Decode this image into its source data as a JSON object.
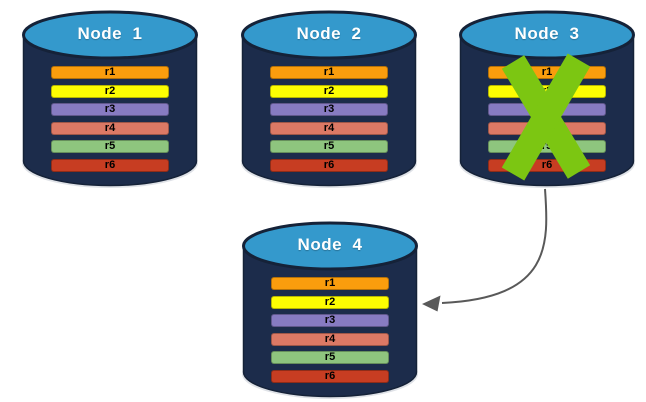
{
  "colors": {
    "background": "#FFFFFF",
    "cylinder_body": "#1C2C4B",
    "cylinder_top": "#3499CC",
    "cylinder_outline": "#152238",
    "cylinder_shadow": "#C5CBD3",
    "cross": "#7CC612",
    "arrow": "#595959",
    "title_text": "#FFFFFF",
    "bar_text": "#000000"
  },
  "rows": [
    {
      "label": "r1",
      "color": "#FA9D0D"
    },
    {
      "label": "r2",
      "color": "#FDFD02"
    },
    {
      "label": "r3",
      "color": "#877BC2"
    },
    {
      "label": "r4",
      "color": "#DC7965"
    },
    {
      "label": "r5",
      "color": "#8EC57E"
    },
    {
      "label": "r6",
      "color": "#C73D22"
    }
  ],
  "nodes": [
    {
      "title": "Node  1",
      "crossed_out": false
    },
    {
      "title": "Node  2",
      "crossed_out": false
    },
    {
      "title": "Node  3",
      "crossed_out": true
    },
    {
      "title": "Node  4",
      "crossed_out": false
    }
  ]
}
